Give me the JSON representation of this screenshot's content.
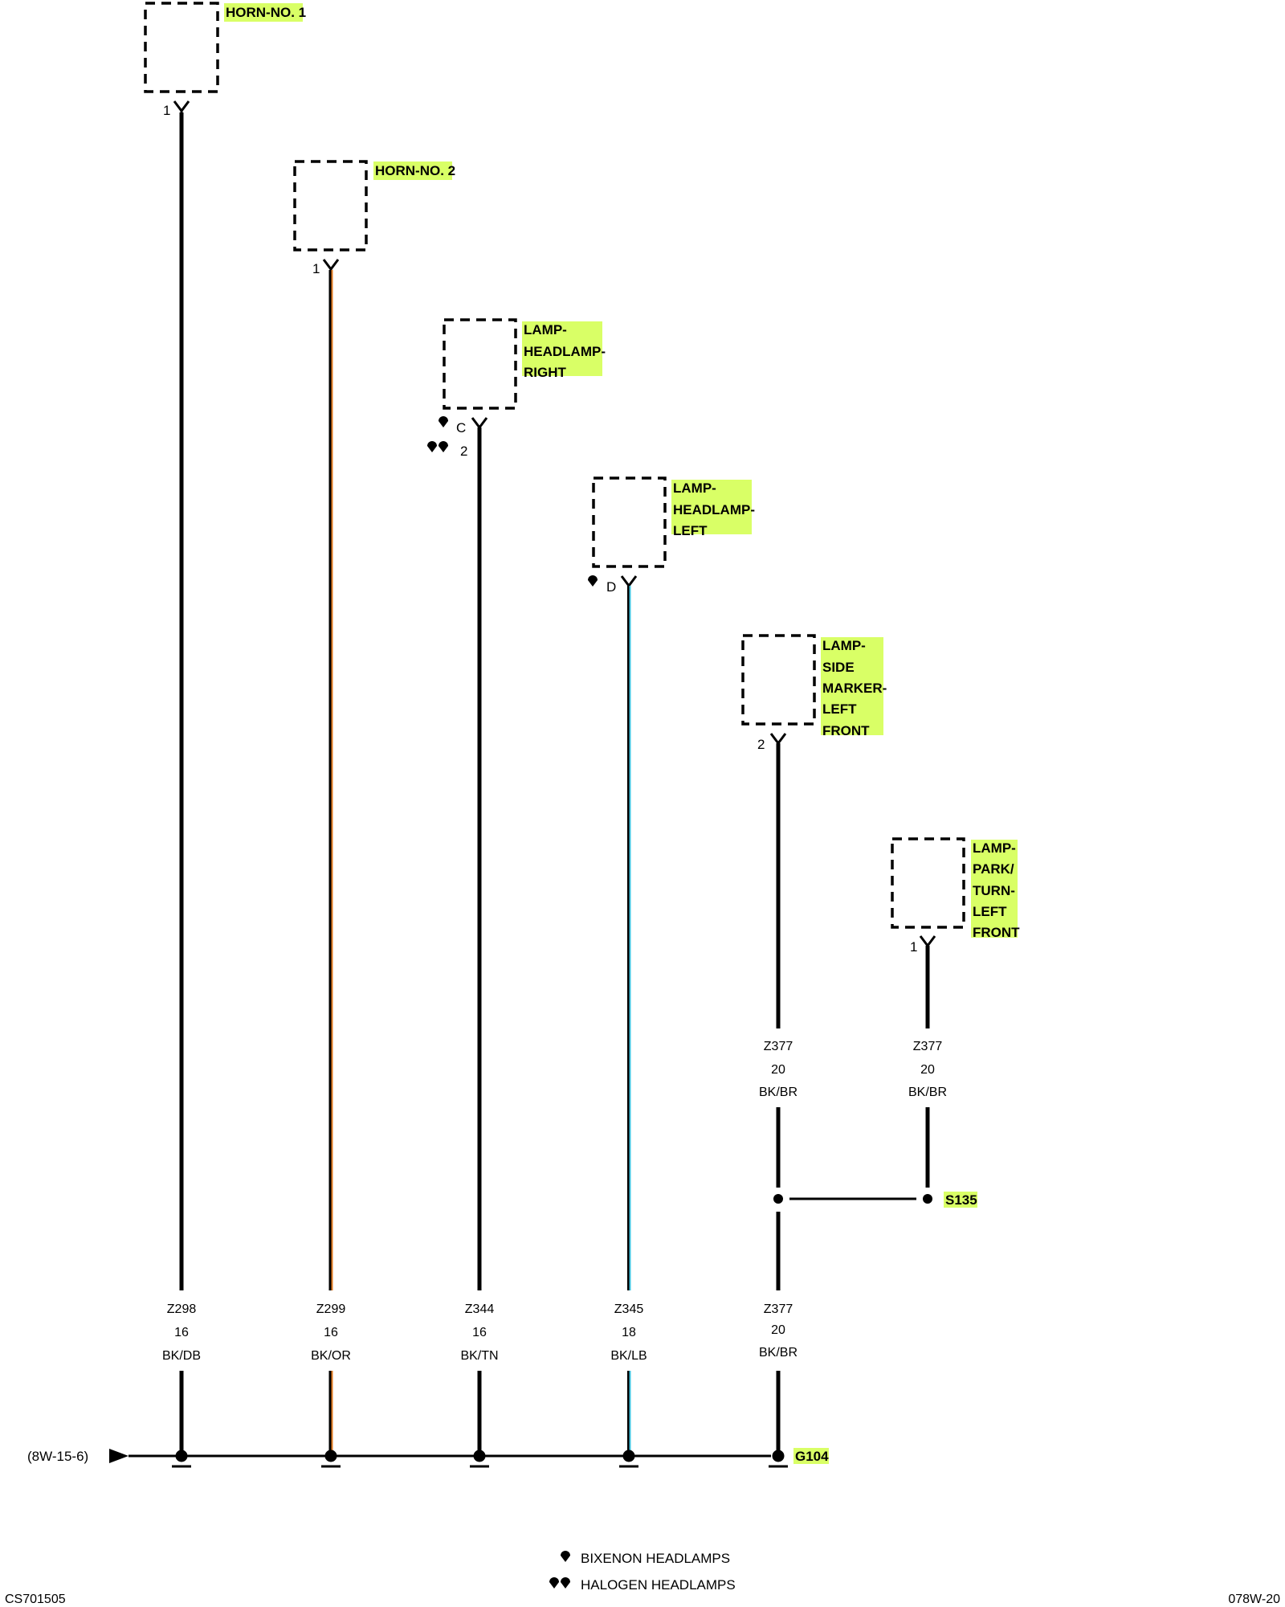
{
  "components": [
    {
      "label": [
        "HORN-NO. 1"
      ],
      "pin": "1"
    },
    {
      "label": [
        "HORN-NO. 2"
      ],
      "pin": "1"
    },
    {
      "label": [
        "LAMP-",
        "HEADLAMP-",
        "RIGHT"
      ],
      "pin_bixenon": "C",
      "pin_halogen": "2"
    },
    {
      "label": [
        "LAMP-",
        "HEADLAMP-",
        "LEFT"
      ],
      "pin_bixenon": "D"
    },
    {
      "label": [
        "LAMP-",
        "SIDE",
        "MARKER-",
        "LEFT",
        "FRONT"
      ],
      "pin": "2"
    },
    {
      "label": [
        "LAMP-",
        "PARK/",
        "TURN-",
        "LEFT",
        "FRONT"
      ],
      "pin": "1"
    }
  ],
  "upper_wires": [
    {
      "circuit": "Z377",
      "gauge": "20",
      "color": "BK/BR"
    },
    {
      "circuit": "Z377",
      "gauge": "20",
      "color": "BK/BR"
    }
  ],
  "lower_wires": [
    {
      "circuit": "Z298",
      "gauge": "16",
      "color": "BK/DB"
    },
    {
      "circuit": "Z299",
      "gauge": "16",
      "color": "BK/OR"
    },
    {
      "circuit": "Z344",
      "gauge": "16",
      "color": "BK/TN"
    },
    {
      "circuit": "Z345",
      "gauge": "18",
      "color": "BK/LB"
    },
    {
      "circuit": "Z377",
      "gauge": "20",
      "color": "BK/BR"
    }
  ],
  "splice": "S135",
  "ground": "G104",
  "ground_reference": "(8W-15-6)",
  "legend": {
    "bixenon": "BIXENON HEADLAMPS",
    "halogen": "HALOGEN HEADLAMPS"
  },
  "footer": {
    "left": "CS701505",
    "right": "078W-20"
  },
  "colors": {
    "highlight": "#d9ff66",
    "tracer_orange": "#e07a1f",
    "tracer_blue": "#3fc3e0",
    "wire": "#000000"
  }
}
